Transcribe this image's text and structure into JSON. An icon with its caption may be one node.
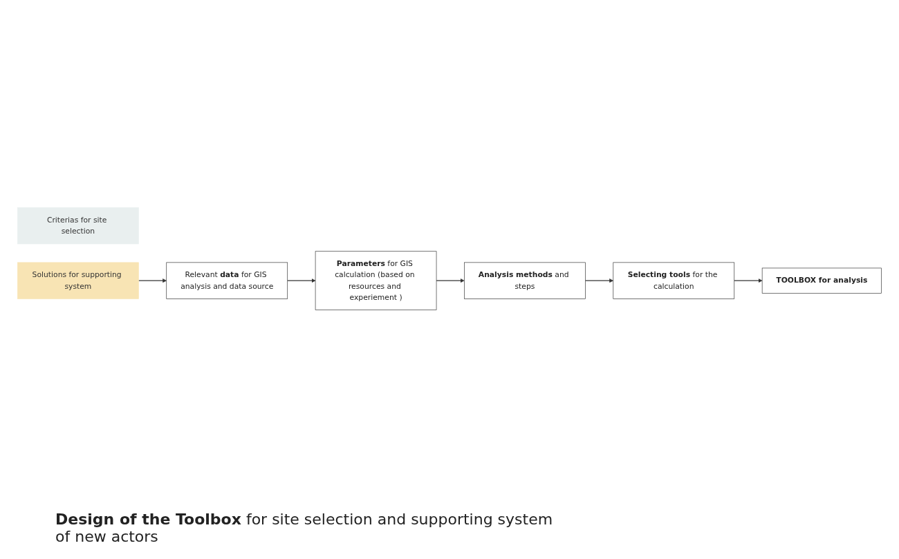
{
  "diagram": {
    "caption": "**Design of the Toolbox** for site selection and supporting system of new actors",
    "nodes": [
      {
        "text": [
          "Criterias for site selection"
        ]
      },
      {
        "text": [
          "Solutions for supporting system"
        ]
      },
      {
        "text": [
          "Relevant **data** for GIS analysis and data source"
        ]
      },
      {
        "text": [
          "**Parameters** for GIS calculation (based on resources and experiement )"
        ]
      },
      {
        "text": [
          "**Analysis methods** and steps"
        ]
      },
      {
        "text": [
          "**Selecting tools** for the calculation"
        ]
      },
      {
        "text": [
          "TOOLBOX for analysis"
        ]
      }
    ],
    "edges": [
      {
        "from": 1,
        "to": 2,
        "arrow": "to"
      },
      {
        "from": 2,
        "to": 3,
        "arrow": "to"
      },
      {
        "from": 3,
        "to": 4,
        "arrow": "to"
      },
      {
        "from": 4,
        "to": 5,
        "arrow": "to"
      },
      {
        "from": 5,
        "to": 6,
        "arrow": "to"
      }
    ]
  }
}
